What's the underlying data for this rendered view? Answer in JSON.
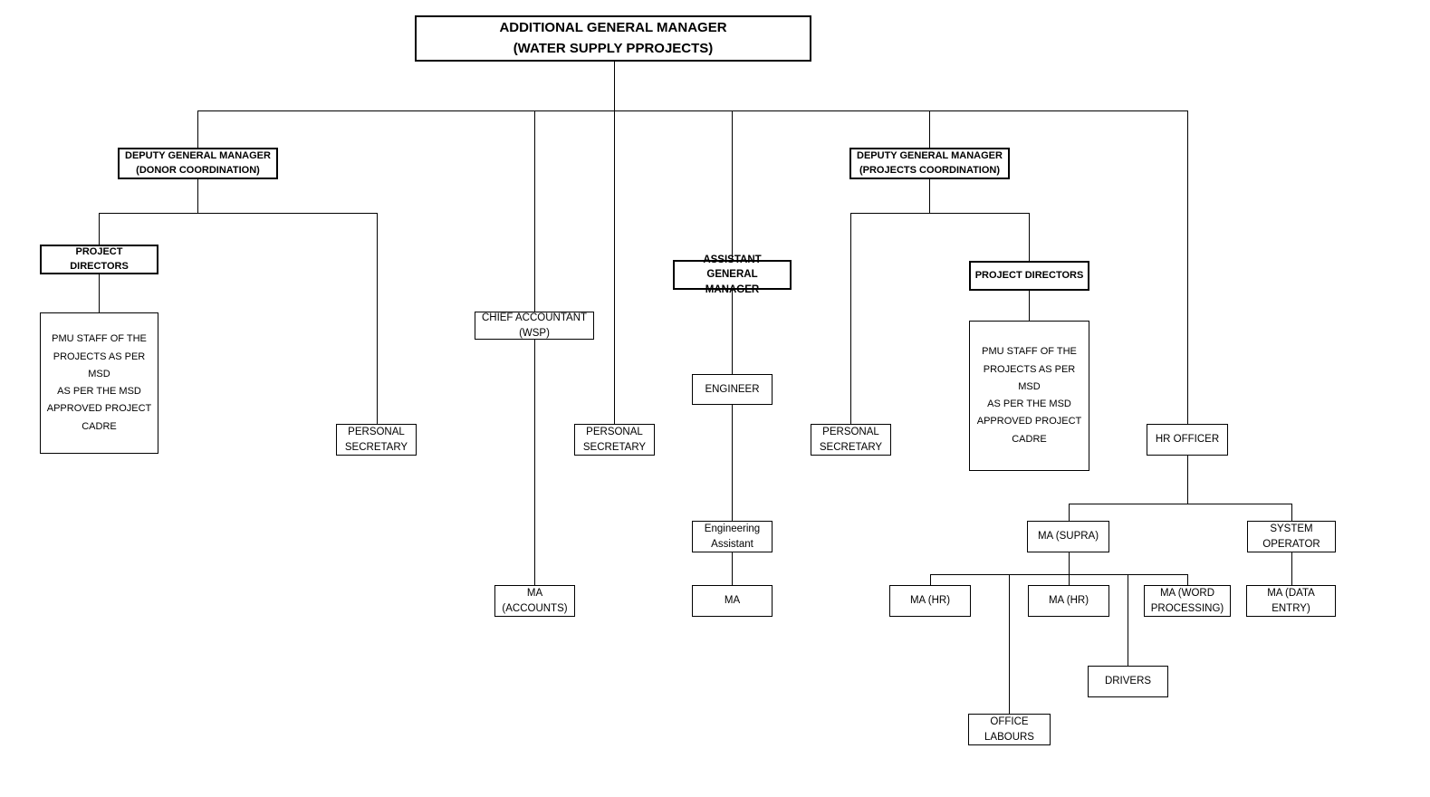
{
  "chart_data": {
    "type": "diagram",
    "title": "Organizational Chart - Additional General Manager (Water Supply Pprojects)",
    "nodes": [
      {
        "id": "agm",
        "label": "ADDITIONAL GENERAL MANAGER\n(WATER SUPPLY PPROJECTS)"
      },
      {
        "id": "dgm_donor",
        "label": "DEPUTY GENERAL MANAGER\n(DONOR COORDINATION)"
      },
      {
        "id": "dgm_projects",
        "label": "DEPUTY GENERAL MANAGER\n(PROJECTS COORDINATION)"
      },
      {
        "id": "pd_left",
        "label": "PROJECT DIRECTORS"
      },
      {
        "id": "pmu_left",
        "label": "PMU STAFF OF THE\nPROJECTS AS PER MSD\nAS PER THE MSD\nAPPROVED PROJECT\nCADRE"
      },
      {
        "id": "ps_left",
        "label": "PERSONAL\nSECRETARY"
      },
      {
        "id": "chief_acct",
        "label": "CHIEF ACCOUNTANT\n(WSP)"
      },
      {
        "id": "ma_accounts",
        "label": "MA\n(ACCOUNTS)"
      },
      {
        "id": "ps_center",
        "label": "PERSONAL\nSECRETARY"
      },
      {
        "id": "asst_gm",
        "label": "ASSISTANT GENERAL\nMANAGER"
      },
      {
        "id": "engineer",
        "label": "ENGINEER"
      },
      {
        "id": "eng_assistant",
        "label": "Engineering\nAssistant"
      },
      {
        "id": "ma_eng",
        "label": "MA"
      },
      {
        "id": "ps_right",
        "label": "PERSONAL\nSECRETARY"
      },
      {
        "id": "pd_right",
        "label": "PROJECT DIRECTORS"
      },
      {
        "id": "pmu_right",
        "label": "PMU STAFF OF THE\nPROJECTS AS PER MSD\nAS PER THE MSD\nAPPROVED PROJECT\nCADRE"
      },
      {
        "id": "hr_officer",
        "label": "HR OFFICER"
      },
      {
        "id": "ma_supra",
        "label": "MA (SUPRA)"
      },
      {
        "id": "system_op",
        "label": "SYSTEM\nOPERATOR"
      },
      {
        "id": "ma_hr_1",
        "label": "MA (HR)"
      },
      {
        "id": "ma_hr_2",
        "label": "MA (HR)"
      },
      {
        "id": "ma_word",
        "label": "MA (WORD\nPROCESSING)"
      },
      {
        "id": "ma_data_entry",
        "label": "MA (DATA ENTRY)"
      },
      {
        "id": "drivers",
        "label": "DRIVERS"
      },
      {
        "id": "office_labours",
        "label": "OFFICE\nLABOURS"
      }
    ],
    "edges": [
      {
        "from": "agm",
        "to": "dgm_donor"
      },
      {
        "from": "agm",
        "to": "chief_acct"
      },
      {
        "from": "agm",
        "to": "ps_center"
      },
      {
        "from": "agm",
        "to": "asst_gm"
      },
      {
        "from": "agm",
        "to": "dgm_projects"
      },
      {
        "from": "agm",
        "to": "hr_officer"
      },
      {
        "from": "dgm_donor",
        "to": "pd_left"
      },
      {
        "from": "dgm_donor",
        "to": "ps_left"
      },
      {
        "from": "pd_left",
        "to": "pmu_left"
      },
      {
        "from": "chief_acct",
        "to": "ma_accounts"
      },
      {
        "from": "asst_gm",
        "to": "engineer"
      },
      {
        "from": "engineer",
        "to": "eng_assistant"
      },
      {
        "from": "eng_assistant",
        "to": "ma_eng"
      },
      {
        "from": "dgm_projects",
        "to": "ps_right"
      },
      {
        "from": "dgm_projects",
        "to": "pd_right"
      },
      {
        "from": "pd_right",
        "to": "pmu_right"
      },
      {
        "from": "hr_officer",
        "to": "ma_supra"
      },
      {
        "from": "hr_officer",
        "to": "system_op"
      },
      {
        "from": "ma_supra",
        "to": "ma_hr_1"
      },
      {
        "from": "ma_supra",
        "to": "ma_hr_2"
      },
      {
        "from": "ma_supra",
        "to": "ma_word"
      },
      {
        "from": "ma_supra",
        "to": "drivers"
      },
      {
        "from": "ma_supra",
        "to": "office_labours"
      },
      {
        "from": "system_op",
        "to": "ma_data_entry"
      }
    ],
    "colors": {
      "background": "#ffffff",
      "box_border": "#000000",
      "box_fill": "#ffffff",
      "text": "#000000",
      "connector": "#000000"
    }
  }
}
